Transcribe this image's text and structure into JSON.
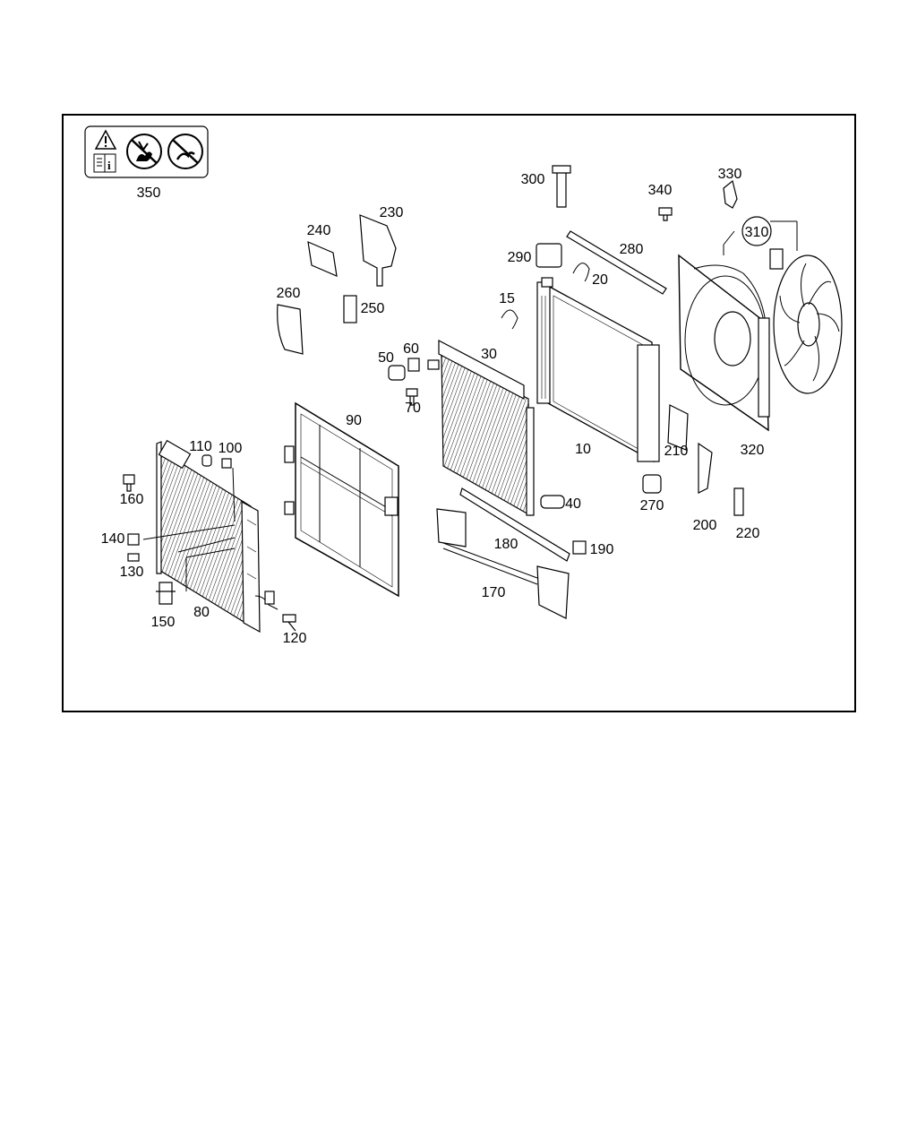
{
  "callouts": {
    "c10": "10",
    "c15": "15",
    "c20": "20",
    "c30": "30",
    "c40": "40",
    "c50": "50",
    "c60": "60",
    "c70": "70",
    "c80": "80",
    "c90": "90",
    "c100": "100",
    "c110": "110",
    "c120": "120",
    "c130": "130",
    "c140": "140",
    "c150": "150",
    "c160": "160",
    "c170": "170",
    "c180": "180",
    "c190": "190",
    "c200": "200",
    "c210": "210",
    "c220": "220",
    "c230": "230",
    "c240": "240",
    "c250": "250",
    "c260": "260",
    "c270": "270",
    "c280": "280",
    "c290": "290",
    "c300": "300",
    "c310": "310",
    "c320": "320",
    "c330": "330",
    "c340": "340",
    "c350": "350"
  },
  "icons": [
    "warning-triangle-icon",
    "manual-info-icon",
    "no-hands-icon",
    "no-tool-icon"
  ],
  "colors": {
    "ink": "#000000",
    "background": "#ffffff"
  }
}
